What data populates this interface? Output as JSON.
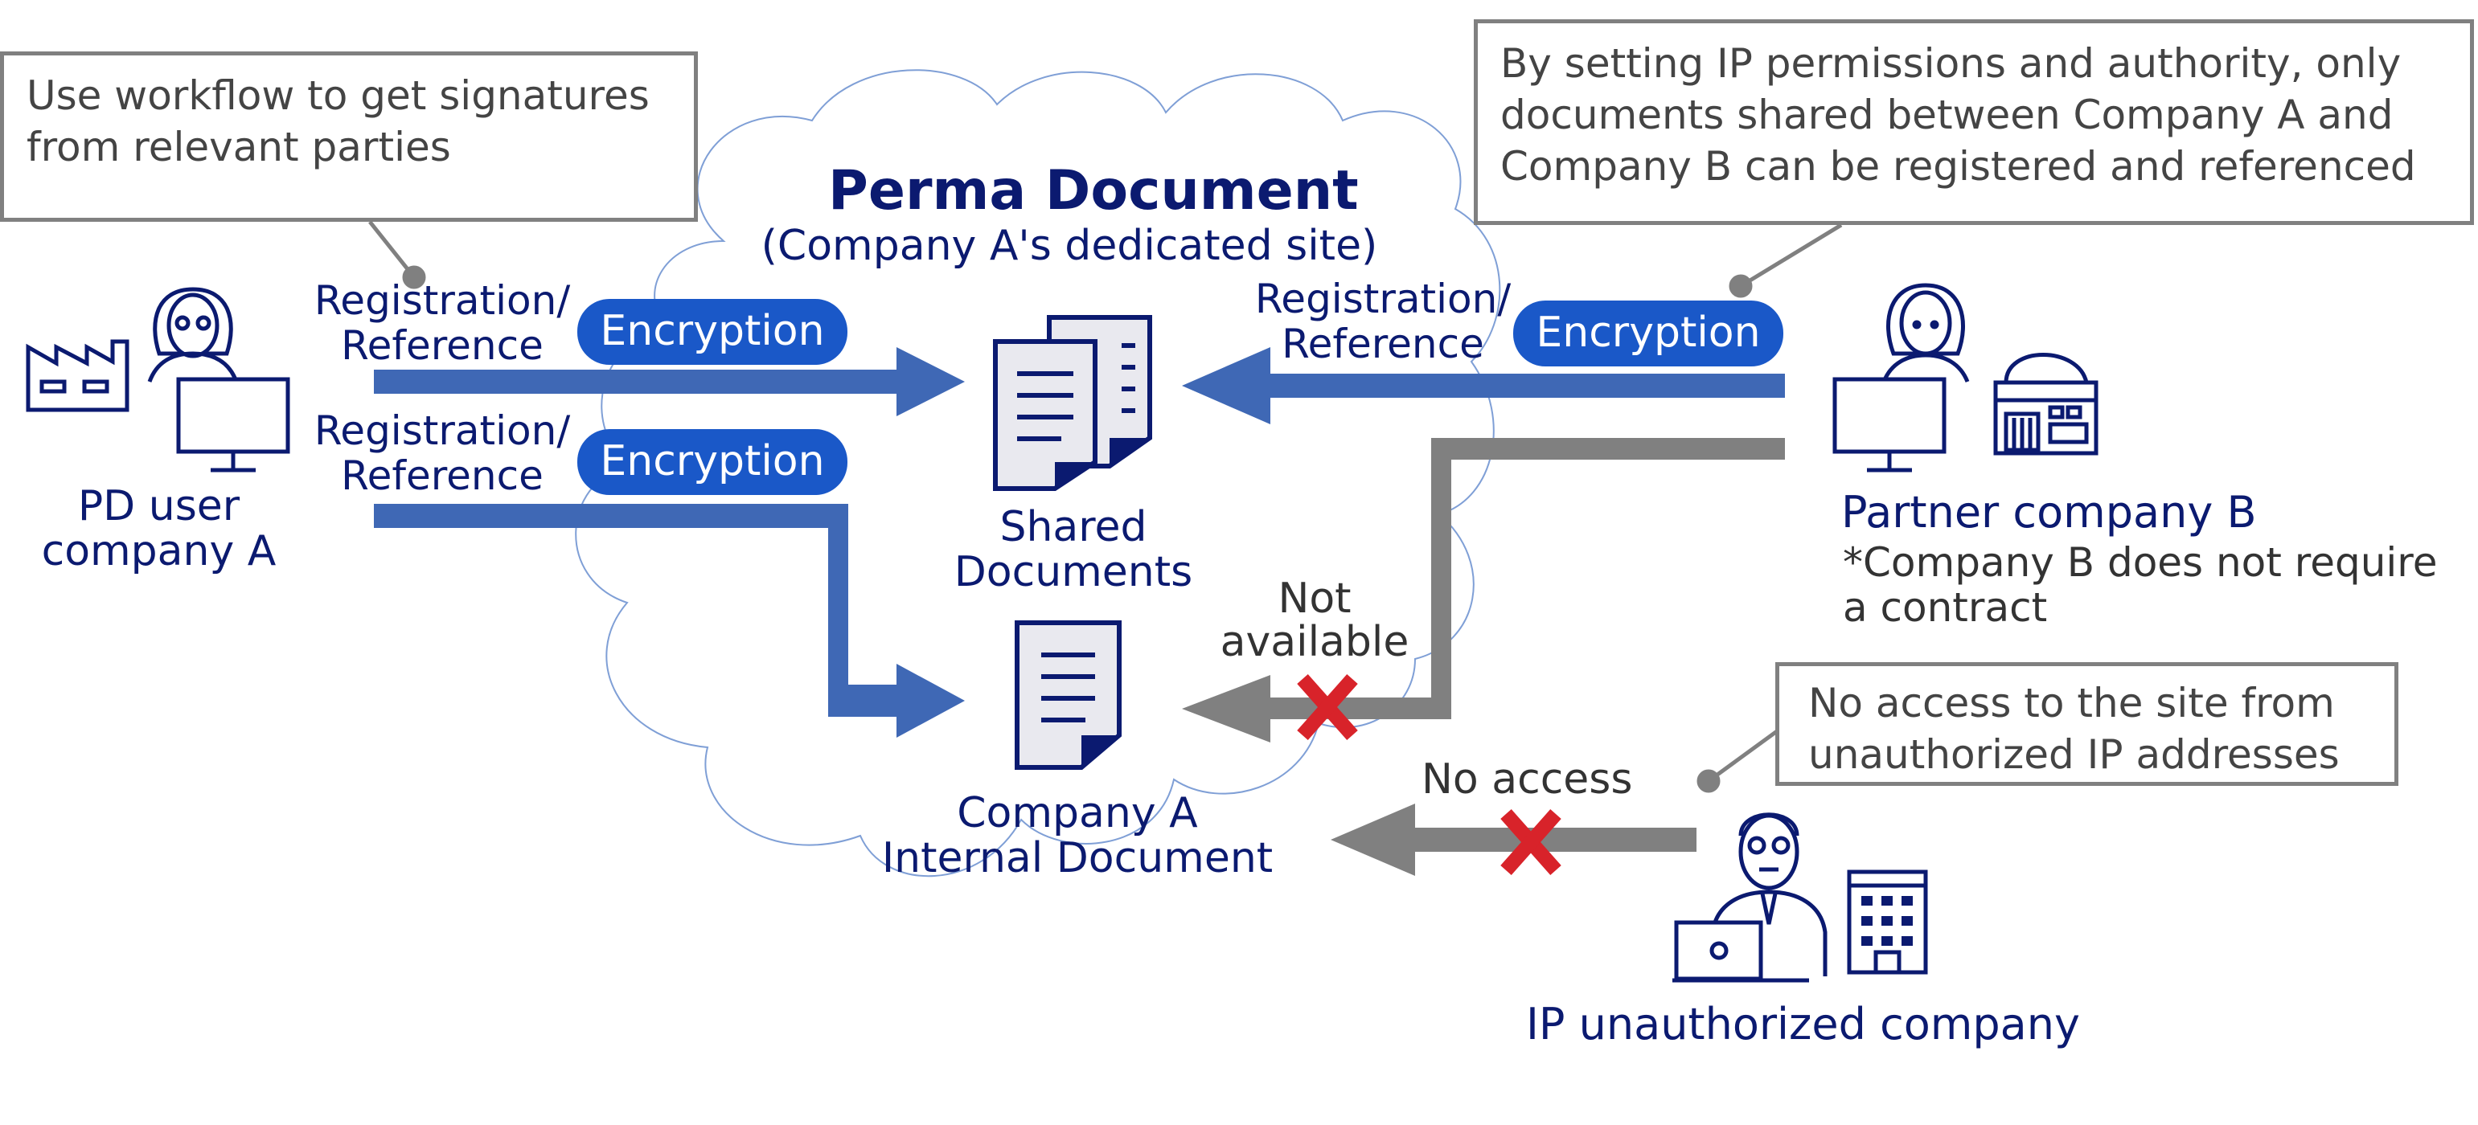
{
  "colors": {
    "navy": "#0b1a70",
    "arrow_blue": "#3f68b5",
    "arrow_gray": "#808080",
    "pill_blue": "#1a58c8",
    "cross_red": "#d8232a",
    "callout_border": "#808080",
    "cloud_outline": "#7f9fd6"
  },
  "site": {
    "title": "Perma Document",
    "subtitle": "(Company A's dedicated site)"
  },
  "documents": {
    "shared": [
      "Shared",
      "Documents"
    ],
    "internal": [
      "Company A",
      "Internal Document"
    ]
  },
  "actors": {
    "company_a": [
      "PD user",
      "company A"
    ],
    "company_b": {
      "name": "Partner company B",
      "note": [
        "*Company B does not require",
        "a contract"
      ]
    },
    "unauthorized": "IP unauthorized company"
  },
  "flows": {
    "reg_ref": [
      "Registration/",
      "Reference"
    ],
    "encryption": "Encryption",
    "not_available": [
      "Not",
      "available"
    ],
    "no_access": "No access"
  },
  "callouts": {
    "workflow": [
      "Use workflow to get signatures",
      "from relevant parties"
    ],
    "ip_permissions": [
      "By setting IP permissions and authority, only",
      "documents shared between Company A and",
      "Company B can be registered and referenced"
    ],
    "no_ip_access": [
      "No access to the site from",
      "unauthorized IP addresses"
    ]
  },
  "icons": [
    "factory-icon",
    "woman-at-computer-icon",
    "documents-icon",
    "document-icon",
    "woman-at-computer-icon",
    "shop-building-icon",
    "man-with-laptop-icon",
    "office-building-icon",
    "cross-icon"
  ]
}
